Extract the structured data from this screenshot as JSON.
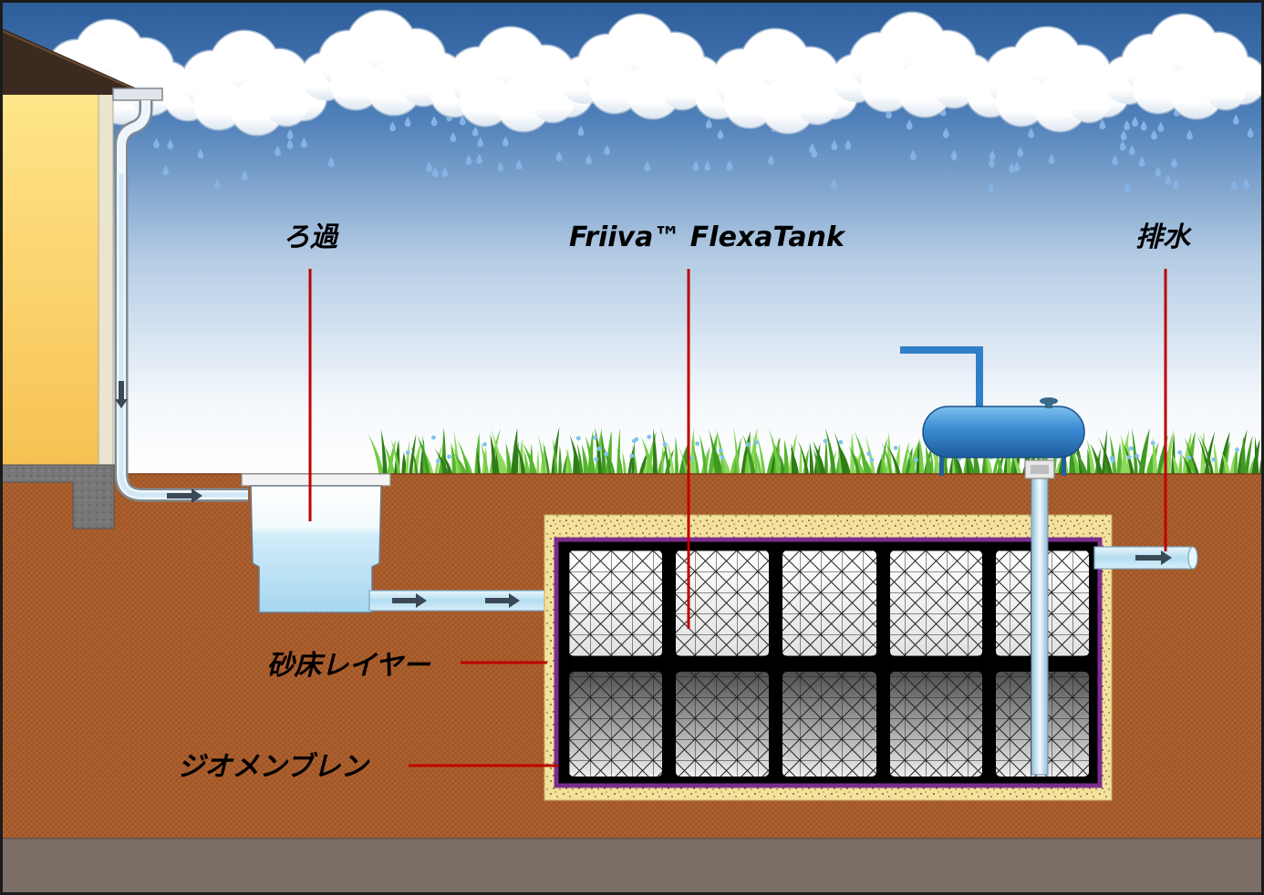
{
  "labels": {
    "filtration": "ろ過",
    "tank": "Friiva™ FlexaTank",
    "drainage": "排水",
    "sand_layer": "砂床レイヤー",
    "geomembrane": "ジオメンブレン"
  },
  "colors": {
    "leader_line": "#c00000",
    "membrane": "#7b2d8e",
    "bedrock": "#7b6f68",
    "soil": "#a85c2c",
    "sand": "#f4e19c",
    "pump": "#2f7fc8",
    "house_wall": "#fcd36a"
  }
}
